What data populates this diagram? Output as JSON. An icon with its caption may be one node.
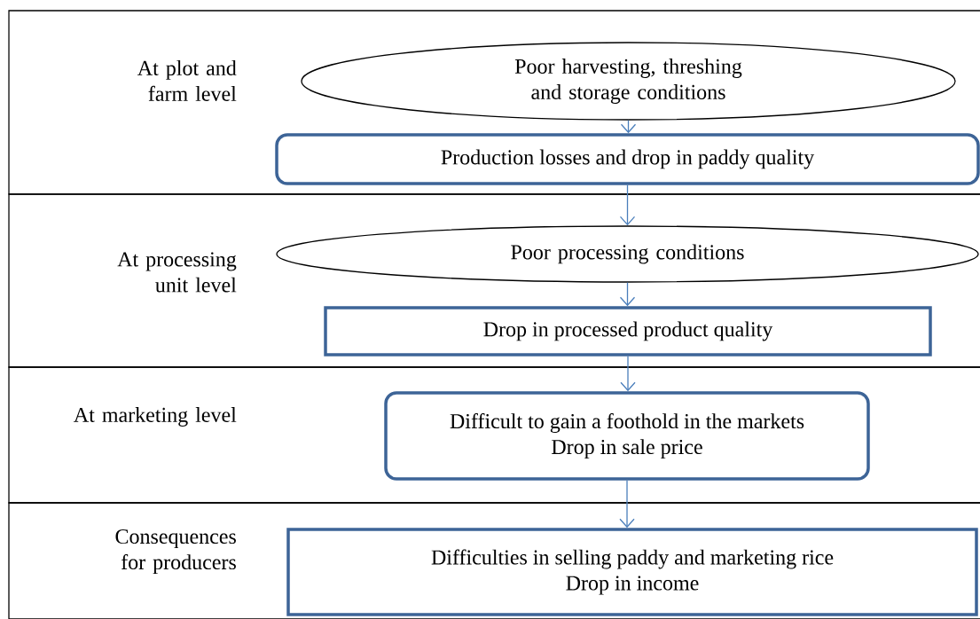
{
  "diagram": {
    "nodes": [
      {
        "text": [
          "At plot and farm level"
        ]
      },
      {
        "text": [
          "Poor harvesting, threshing and storage conditions"
        ],
        "in": 0
      },
      {
        "text": [
          "Production losses and drop in paddy quality"
        ],
        "in": 0
      },
      {
        "text": [
          "At processing unit level"
        ]
      },
      {
        "text": [
          "Poor processing conditions"
        ],
        "in": 3
      },
      {
        "text": [
          "Drop in processed product quality"
        ],
        "in": 3
      },
      {
        "text": [
          "At marketing level"
        ]
      },
      {
        "text": [
          "Difficult to gain a foothold in the markets",
          "Drop in sale price"
        ],
        "in": 6
      },
      {
        "text": [
          "Consequences for producers"
        ]
      },
      {
        "text": [
          "Difficulties in selling paddy and marketing rice",
          "Drop in income"
        ],
        "in": 8
      }
    ],
    "edges": [
      {
        "from": 1,
        "to": 2,
        "arrow": "to"
      },
      {
        "from": 2,
        "to": 4,
        "arrow": "to"
      },
      {
        "from": 4,
        "to": 5,
        "arrow": "to"
      },
      {
        "from": 5,
        "to": 7,
        "arrow": "to"
      },
      {
        "from": 7,
        "to": 9,
        "arrow": "to"
      }
    ]
  }
}
